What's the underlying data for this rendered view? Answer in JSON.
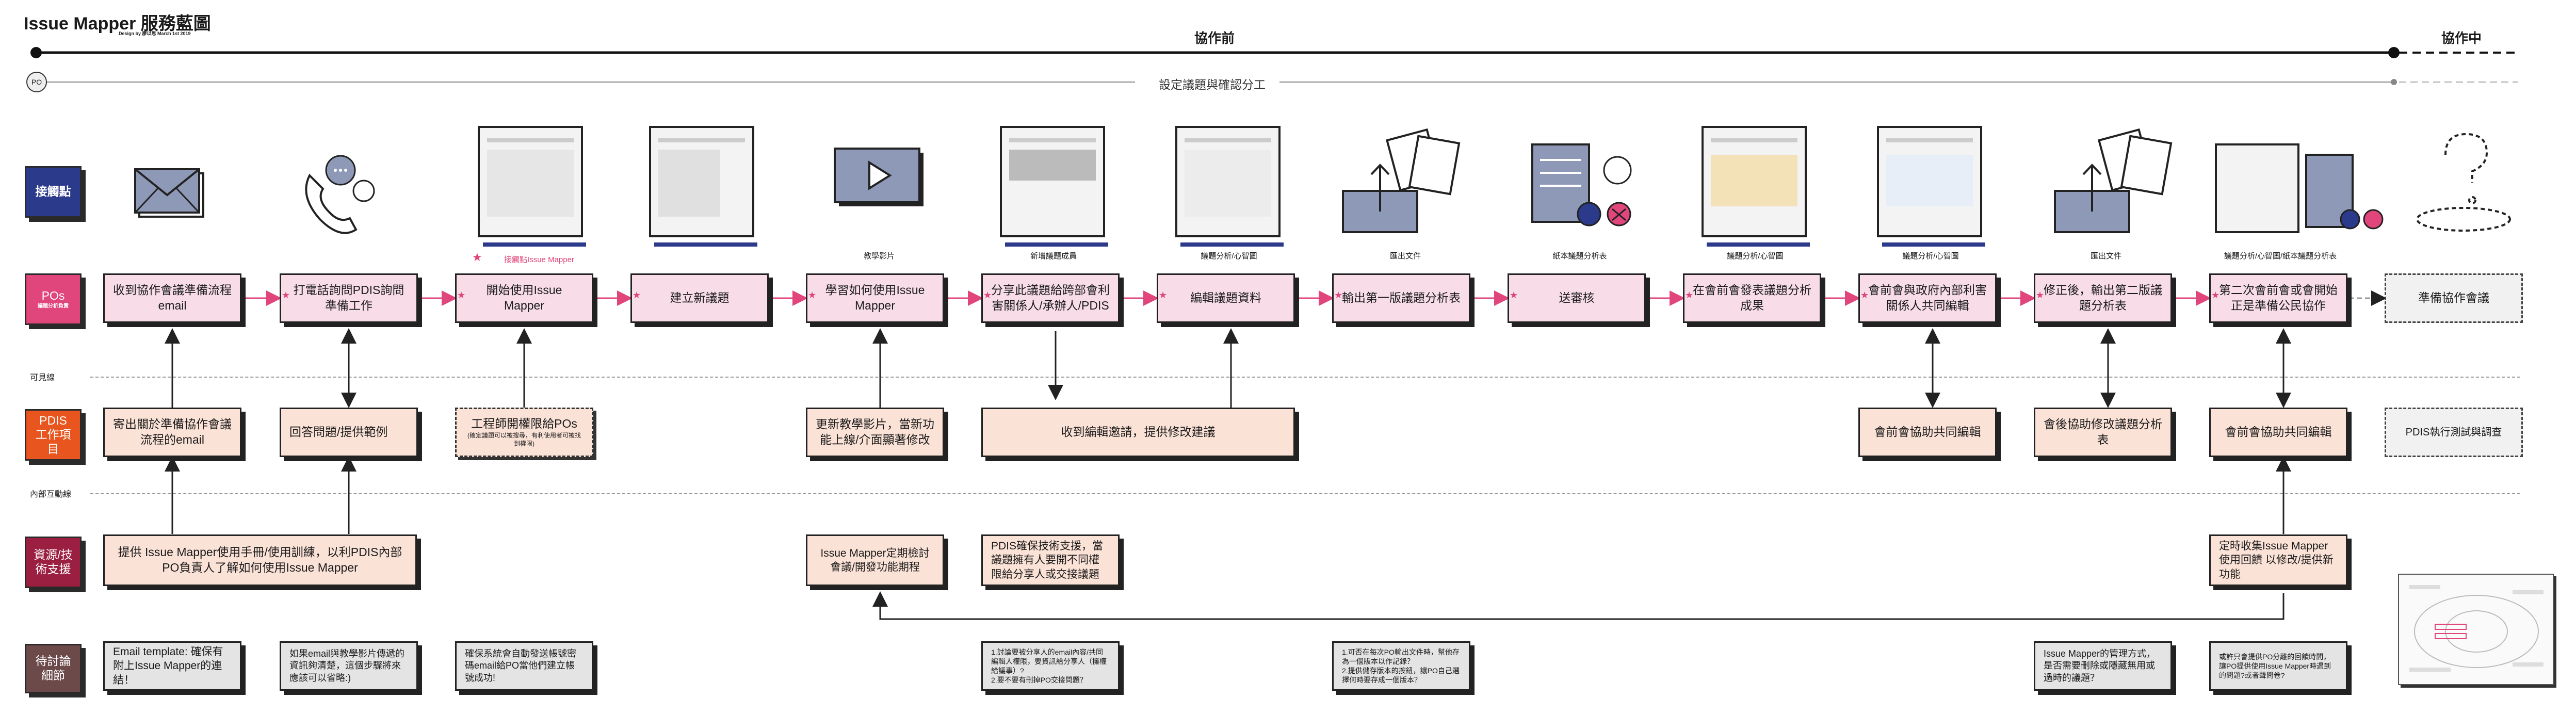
{
  "header": {
    "title": "Issue Mapper 服務藍圖",
    "credit": "Design by 廖以恩 March 1st 2019"
  },
  "phases": {
    "before": "協作前",
    "during": "協作中"
  },
  "po": {
    "badge": "PO",
    "label": "設定議題與確認分工"
  },
  "rows": {
    "touchpoint": "接觸點",
    "pos_main": "POs",
    "pos_sub": "議題分析負責",
    "pdis_main": "PDIS 工作項目",
    "resource": "資源/技術支援",
    "discuss": "待討論細節"
  },
  "dividers": {
    "visible": "可見線",
    "internal": "內部互動線"
  },
  "touch_labels": {
    "t3": "接觸點Issue Mapper",
    "t5": "教學影片",
    "t6": "新增議題成員",
    "t7": "議題分析/心智圖",
    "t8": "匯出文件",
    "t9": "紙本議題分析表",
    "t10": "議題分析/心智圖",
    "t11": "議題分析/心智圖",
    "t12": "匯出文件",
    "t13": "議題分析/心智圖/紙本議題分析表"
  },
  "pos_cards": [
    "收到協作會議準備流程email",
    "打電話詢問PDIS詢問準備工作",
    "開始使用Issue Mapper",
    "建立新議題",
    "學習如何使用Issue Mapper",
    "分享此議題給跨部會利害關係人/承辦人/PDIS",
    "編輯議題資料",
    "輸出第一版議題分析表",
    "送審核",
    "在會前會發表議題分析成果",
    "會前會與政府內部利害關係人共同編輯",
    "修正後，輸出第二版議題分析表",
    "第二次會前會或會開始正是準備公民協作",
    "準備協作會議"
  ],
  "pdis_cards": {
    "c1": "寄出關於準備協作會議流程的email",
    "c2": "回答問題/提供範例",
    "c3_main": "工程師開權限給POs",
    "c3_sub": "(確定議題可以被搜尋，有利使用者可被找到權限)",
    "c5": "更新教學影片，當新功能上線/介面顯著修改",
    "c6": "收到編輯邀請，提供修改建議",
    "c11": "會前會協助共同編輯",
    "c12": "會後協助修改議題分析表",
    "c13": "會前會協助共同編輯",
    "c14": "PDIS執行測試與調查"
  },
  "resource_cards": {
    "r1": "提供 Issue Mapper使用手冊/使用訓練，以利PDIS內部PO負責人了解如何使用Issue Mapper",
    "r5": "Issue Mapper定期檢討會議/開發功能期程",
    "r6": "PDIS確保技術支援，當議題擁有人要開不同權限給分享人或交接議題",
    "r13": "定時收集Issue Mapper使用回饋 以修改/提供新功能"
  },
  "discuss_cards": {
    "d1": "Email template: 確保有附上Issue Mapper的連結！",
    "d2": "如果email與教學影片傳遞的資訊夠清楚，這個步驟將來應該可以省略:)",
    "d3": "確保系統會自動發送帳號密碼email給PO當他們建立帳號成功!",
    "d6": "1.討論要被分享人的email內容/共同編輯人權限，要資訊給分享人（擁權給議事）?\n2.要不要有刪掉PO交接問題？",
    "d8": "1.可否在每次PO輸出文件時，幫他存為一個版本以作記錄？\n2.提供儲存版本的按鈕，讓PO自己選擇何時要存成一個版本？",
    "d12": "Issue Mapper的管理方式，是否需要刪除或隱藏無用或過時的議題？",
    "d13": "或許只會提供PO分離的回饋時間，讓PO提供使用Issue Mapper時遇到的問題?或者聲問卷?"
  }
}
